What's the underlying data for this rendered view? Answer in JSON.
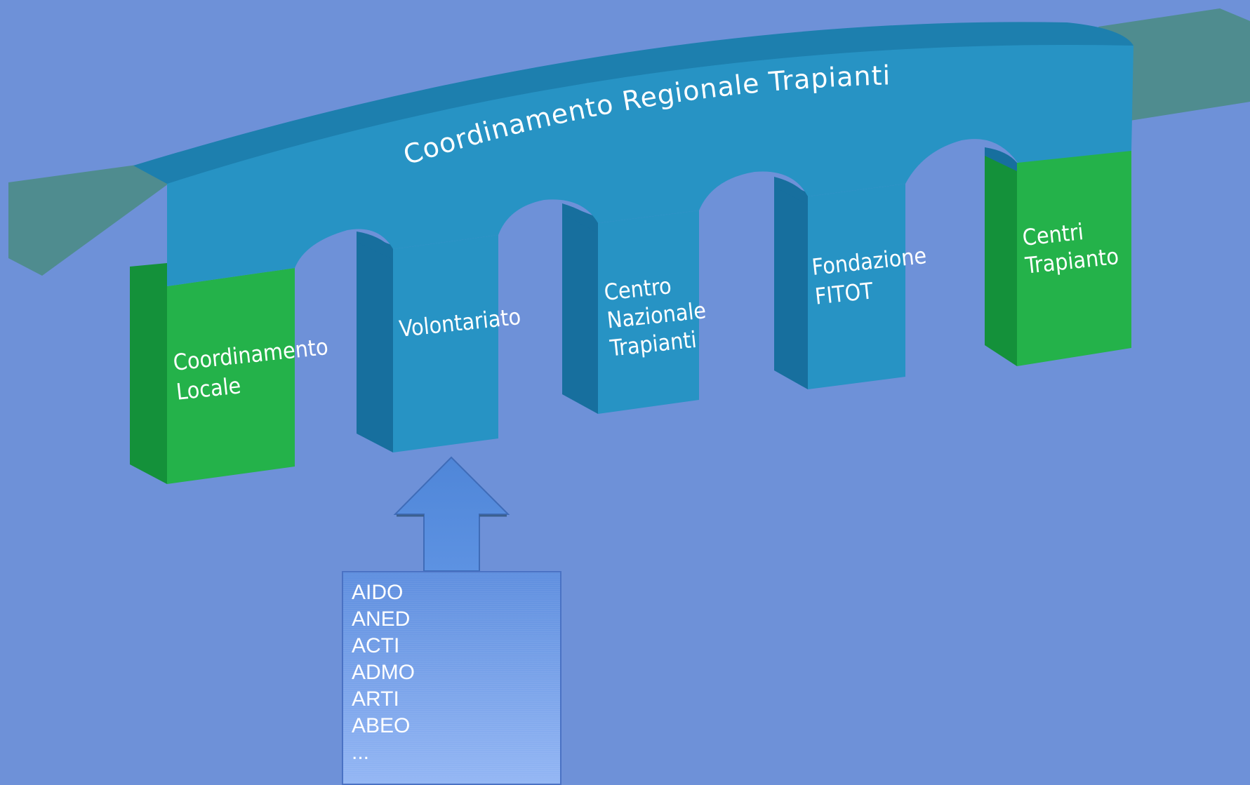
{
  "arch": {
    "title": "Coordinamento Regionale Trapianti e NITp"
  },
  "pillars": [
    {
      "lines": [
        "Coordinamento",
        "Locale"
      ],
      "color": "green"
    },
    {
      "lines": [
        "Volontariato"
      ],
      "color": "blue"
    },
    {
      "lines": [
        "Centro",
        "Nazionale",
        "Trapianti"
      ],
      "color": "blue"
    },
    {
      "lines": [
        "Fondazione",
        "FITOT"
      ],
      "color": "blue"
    },
    {
      "lines": [
        "Centri",
        "Trapianto"
      ],
      "color": "green"
    }
  ],
  "associations": [
    "AIDO",
    "ANED",
    "ACTI",
    "ADMO",
    "ARTI",
    "ABEO",
    "..."
  ],
  "colors": {
    "background": "#6e91d8",
    "arch_front": "#2793c4",
    "arch_top": "#1d7fae",
    "arch_side": "#176f9e",
    "green_front": "#24b24a",
    "green_side": "#14913a",
    "road": "#4f8c8f"
  }
}
